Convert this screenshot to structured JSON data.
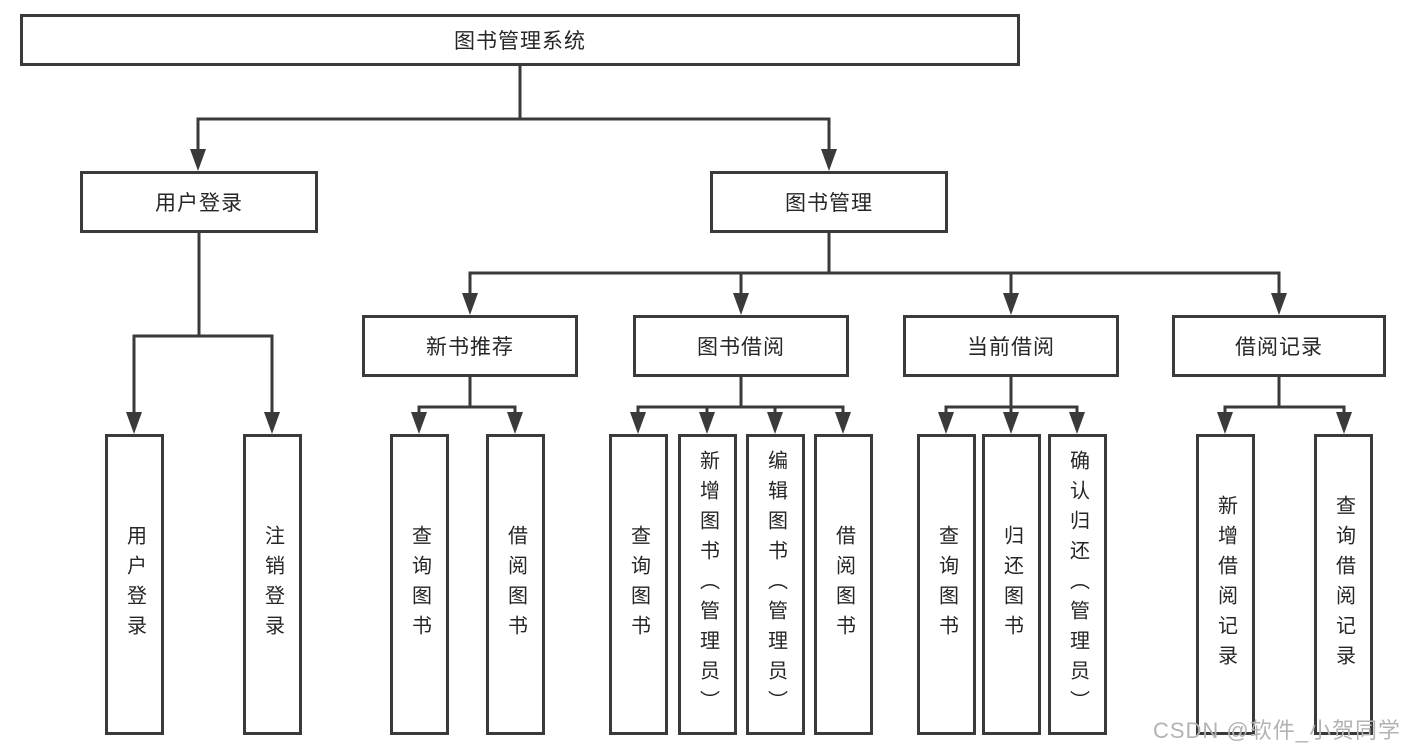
{
  "diagram": {
    "root": {
      "label": "图书管理系统"
    },
    "branches": [
      {
        "label": "用户登录",
        "leaves": [
          {
            "label": "用户登录"
          },
          {
            "label": "注销登录"
          }
        ]
      },
      {
        "label": "图书管理",
        "groups": [
          {
            "label": "新书推荐",
            "leaves": [
              {
                "label": "查询图书"
              },
              {
                "label": "借阅图书"
              }
            ]
          },
          {
            "label": "图书借阅",
            "leaves": [
              {
                "label": "查询图书"
              },
              {
                "label": "新增图书（管理员）"
              },
              {
                "label": "编辑图书（管理员）"
              },
              {
                "label": "借阅图书"
              }
            ]
          },
          {
            "label": "当前借阅",
            "leaves": [
              {
                "label": "查询图书"
              },
              {
                "label": "归还图书"
              },
              {
                "label": "确认归还（管理员）"
              }
            ]
          },
          {
            "label": "借阅记录",
            "leaves": [
              {
                "label": "新增借阅记录"
              },
              {
                "label": "查询借阅记录"
              }
            ]
          }
        ]
      }
    ]
  },
  "watermark": {
    "text": "CSDN @软件_小贺同学"
  },
  "colors": {
    "line": "#3a3a3a",
    "border": "#3a3a3a",
    "text": "#262626",
    "watermark": "#b3b3b3",
    "background": "#ffffff"
  }
}
